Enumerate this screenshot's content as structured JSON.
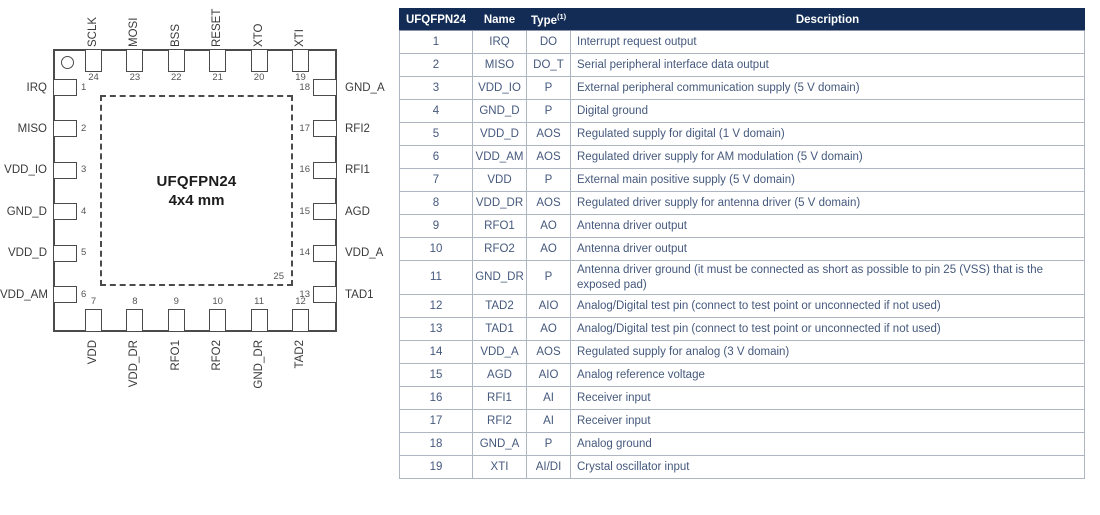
{
  "diagram": {
    "title": "UFQFPN24",
    "subtitle": "4x4 mm",
    "exposed_pad_number": "25",
    "pin1_indicator": "circle",
    "pins": {
      "top": [
        {
          "num": "24",
          "label": "SCLK"
        },
        {
          "num": "23",
          "label": "MOSI"
        },
        {
          "num": "22",
          "label": "BSS"
        },
        {
          "num": "21",
          "label": "RESET"
        },
        {
          "num": "20",
          "label": "XTO"
        },
        {
          "num": "19",
          "label": "XTI"
        }
      ],
      "left": [
        {
          "num": "1",
          "label": "IRQ"
        },
        {
          "num": "2",
          "label": "MISO"
        },
        {
          "num": "3",
          "label": "VDD_IO"
        },
        {
          "num": "4",
          "label": "GND_D"
        },
        {
          "num": "5",
          "label": "VDD_D"
        },
        {
          "num": "6",
          "label": "VDD_AM"
        }
      ],
      "right": [
        {
          "num": "18",
          "label": "GND_A"
        },
        {
          "num": "17",
          "label": "RFI2"
        },
        {
          "num": "16",
          "label": "RFI1"
        },
        {
          "num": "15",
          "label": "AGD"
        },
        {
          "num": "14",
          "label": "VDD_A"
        },
        {
          "num": "13",
          "label": "TAD1"
        }
      ],
      "bottom": [
        {
          "num": "7",
          "label": "VDD"
        },
        {
          "num": "8",
          "label": "VDD_DR"
        },
        {
          "num": "9",
          "label": "RFO1"
        },
        {
          "num": "10",
          "label": "RFO2"
        },
        {
          "num": "11",
          "label": "GND_DR"
        },
        {
          "num": "12",
          "label": "TAD2"
        }
      ]
    }
  },
  "table": {
    "headers": {
      "pin": "UFQFPN24",
      "name": "Name",
      "type": "Type",
      "type_superscript": "(1)",
      "description": "Description"
    },
    "rows": [
      {
        "pin": "1",
        "name": "IRQ",
        "type": "DO",
        "description": "Interrupt request output"
      },
      {
        "pin": "2",
        "name": "MISO",
        "type": "DO_T",
        "description": "Serial peripheral interface data output"
      },
      {
        "pin": "3",
        "name": "VDD_IO",
        "type": "P",
        "description": "External peripheral communication supply (5 V domain)"
      },
      {
        "pin": "4",
        "name": "GND_D",
        "type": "P",
        "description": "Digital ground"
      },
      {
        "pin": "5",
        "name": "VDD_D",
        "type": "AOS",
        "description": "Regulated supply for digital (1 V domain)"
      },
      {
        "pin": "6",
        "name": "VDD_AM",
        "type": "AOS",
        "description": "Regulated driver supply for AM modulation (5 V domain)"
      },
      {
        "pin": "7",
        "name": "VDD",
        "type": "P",
        "description": "External main positive supply (5 V domain)"
      },
      {
        "pin": "8",
        "name": "VDD_DR",
        "type": "AOS",
        "description": "Regulated driver supply for antenna driver (5 V domain)"
      },
      {
        "pin": "9",
        "name": "RFO1",
        "type": "AO",
        "description": "Antenna driver output"
      },
      {
        "pin": "10",
        "name": "RFO2",
        "type": "AO",
        "description": "Antenna driver output"
      },
      {
        "pin": "11",
        "name": "GND_DR",
        "type": "P",
        "description": "Antenna driver ground (it must be connected as short as possible to pin 25 (VSS) that is the exposed pad)"
      },
      {
        "pin": "12",
        "name": "TAD2",
        "type": "AIO",
        "description": "Analog/Digital test pin (connect to test point or unconnected if not used)"
      },
      {
        "pin": "13",
        "name": "TAD1",
        "type": "AO",
        "description": "Analog/Digital test pin (connect to test point or unconnected if not used)"
      },
      {
        "pin": "14",
        "name": "VDD_A",
        "type": "AOS",
        "description": "Regulated supply for analog (3 V domain)"
      },
      {
        "pin": "15",
        "name": "AGD",
        "type": "AIO",
        "description": "Analog reference voltage"
      },
      {
        "pin": "16",
        "name": "RFI1",
        "type": "AI",
        "description": "Receiver input"
      },
      {
        "pin": "17",
        "name": "RFI2",
        "type": "AI",
        "description": "Receiver input"
      },
      {
        "pin": "18",
        "name": "GND_A",
        "type": "P",
        "description": "Analog ground"
      },
      {
        "pin": "19",
        "name": "XTI",
        "type": "AI/DI",
        "description": "Crystal oscillator input"
      }
    ]
  },
  "colors": {
    "table_header_bg": "#122c55",
    "table_text": "#45597d",
    "table_border": "#aeb6c2",
    "diagram_line": "#4b4b4b",
    "diagram_text": "#3a3a3a"
  }
}
